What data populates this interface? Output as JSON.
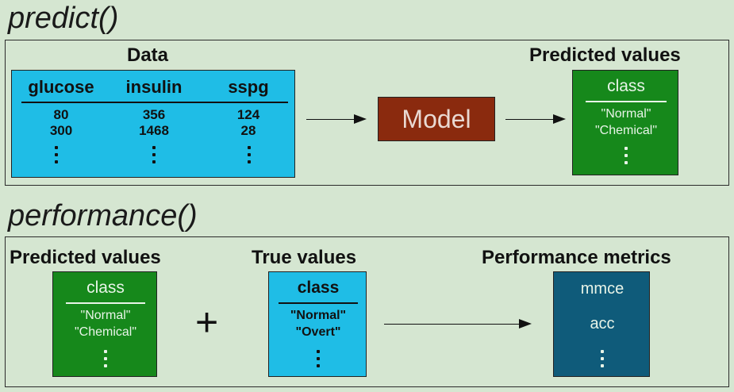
{
  "predict_section": {
    "title": "predict()",
    "data_label": "Data",
    "columns": [
      "glucose",
      "insulin",
      "sspg"
    ],
    "rows": [
      [
        "80",
        "356",
        "124"
      ],
      [
        "300",
        "1468",
        "28"
      ]
    ],
    "model_label": "Model",
    "predicted_label": "Predicted values",
    "predicted_header": "class",
    "predicted_values": [
      "\"Normal\"",
      "\"Chemical\""
    ]
  },
  "performance_section": {
    "title": "performance()",
    "predicted_label": "Predicted values",
    "predicted_header": "class",
    "predicted_values": [
      "\"Normal\"",
      "\"Chemical\""
    ],
    "plus_symbol": "+",
    "true_label": "True values",
    "true_header": "class",
    "true_values": [
      "\"Normal\"",
      "\"Overt\""
    ],
    "metrics_label": "Performance metrics",
    "metrics": [
      "mmce",
      "acc"
    ]
  },
  "colors": {
    "background": "#d5e6d1",
    "data_box": "#1fbde6",
    "model_box": "#8a2a0e",
    "predicted_box": "#16881b",
    "true_box": "#1fbde6",
    "metrics_box": "#0f5b7a"
  }
}
